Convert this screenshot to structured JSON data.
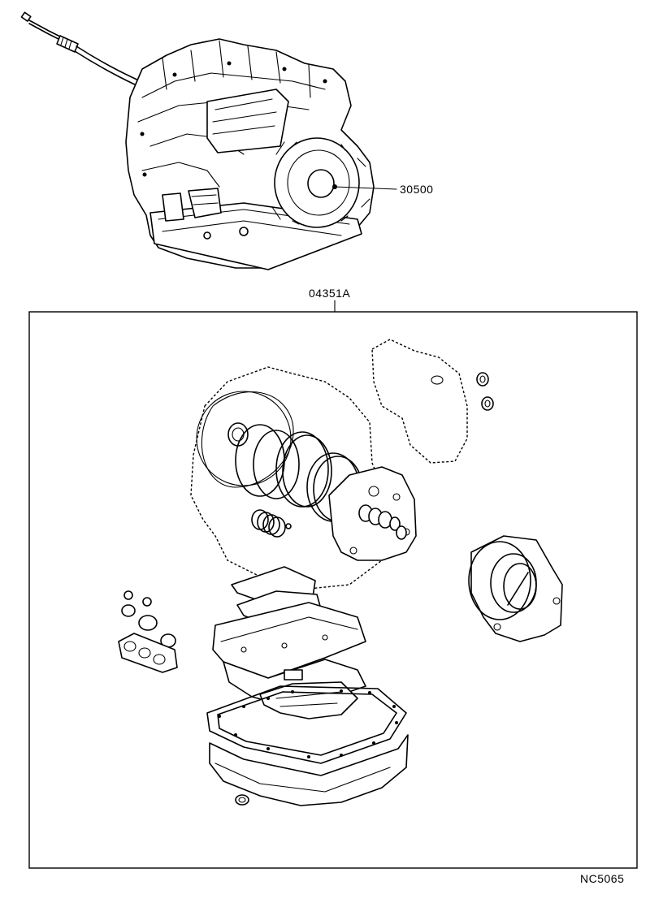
{
  "callouts": {
    "transaxle": "30500",
    "overhaul_kit": "04351A"
  },
  "figure_code": "NC5065",
  "colors": {
    "ink": "#000000",
    "paper": "#ffffff"
  }
}
